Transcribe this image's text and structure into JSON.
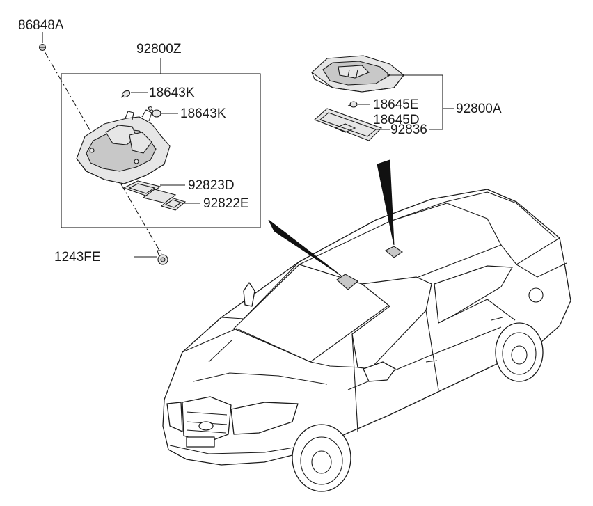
{
  "labels": {
    "part_86848A": "86848A",
    "part_92800Z": "92800Z",
    "part_18643K_a": "18643K",
    "part_18643K_b": "18643K",
    "part_92823D": "92823D",
    "part_92822E": "92822E",
    "part_1243FE": "1243FE",
    "part_18645E": "18645E",
    "part_18645D": "18645D",
    "part_92800A": "92800A",
    "part_92836": "92836"
  },
  "icons": {
    "screw": "screw-icon",
    "bulb": "bulb-icon",
    "pointer": "pointer-wedge-icon"
  }
}
